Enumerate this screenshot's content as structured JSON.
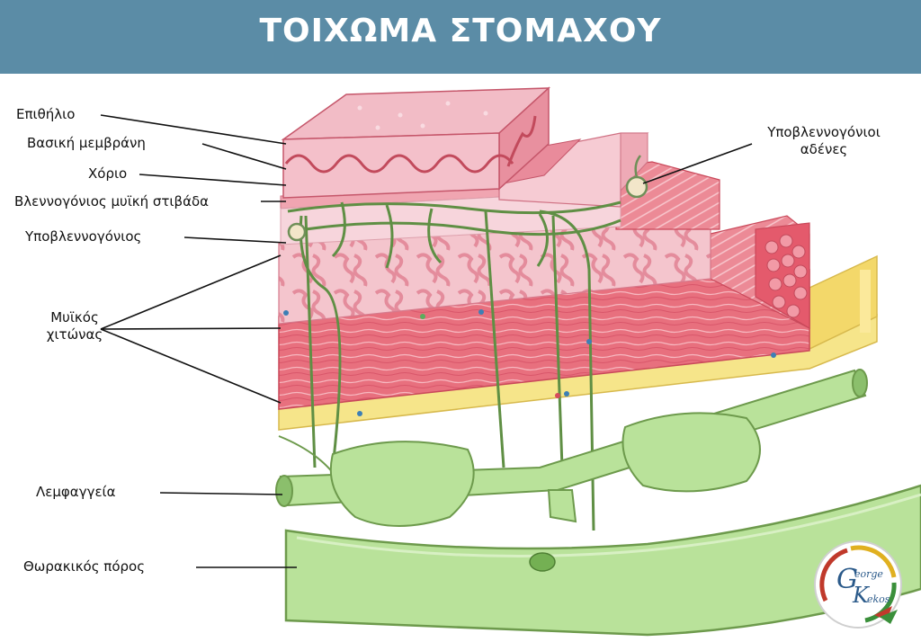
{
  "header": {
    "title": "ΤΟΙΧΩΜΑ ΣΤΟΜΑΧΟΥ"
  },
  "labels": {
    "epithelium": "Επιθήλιο",
    "basement_membrane": "Βασική μεμβράνη",
    "chorion": "Χόριο",
    "muscularis_mucosae": "Βλεννογόνιος μυϊκή στιβάδα",
    "submucosa": "Υποβλεννογόνιος",
    "muscular_coat_line1": "Μυϊκός",
    "muscular_coat_line2": "χιτώνας",
    "lymphatics": "Λεμφαγγεία",
    "thoracic_duct": "Θωρακικός πόρος",
    "submucosal_glands_line1": "Υποβλεννογόνιοι",
    "submucosal_glands_line2": "αδένες"
  },
  "logo": {
    "text_top": "eorge",
    "text_bottom": "ekos",
    "initial_g": "G",
    "initial_k": "K"
  },
  "colors": {
    "header": "#5b8ca6",
    "epithelium": "#f2b3bf",
    "chorion": "#f7d2da",
    "muscle": "#e9707e",
    "serosa": "#f6e58a",
    "lymph": "#b9e29a",
    "lymph_dark": "#6d9a4c"
  }
}
